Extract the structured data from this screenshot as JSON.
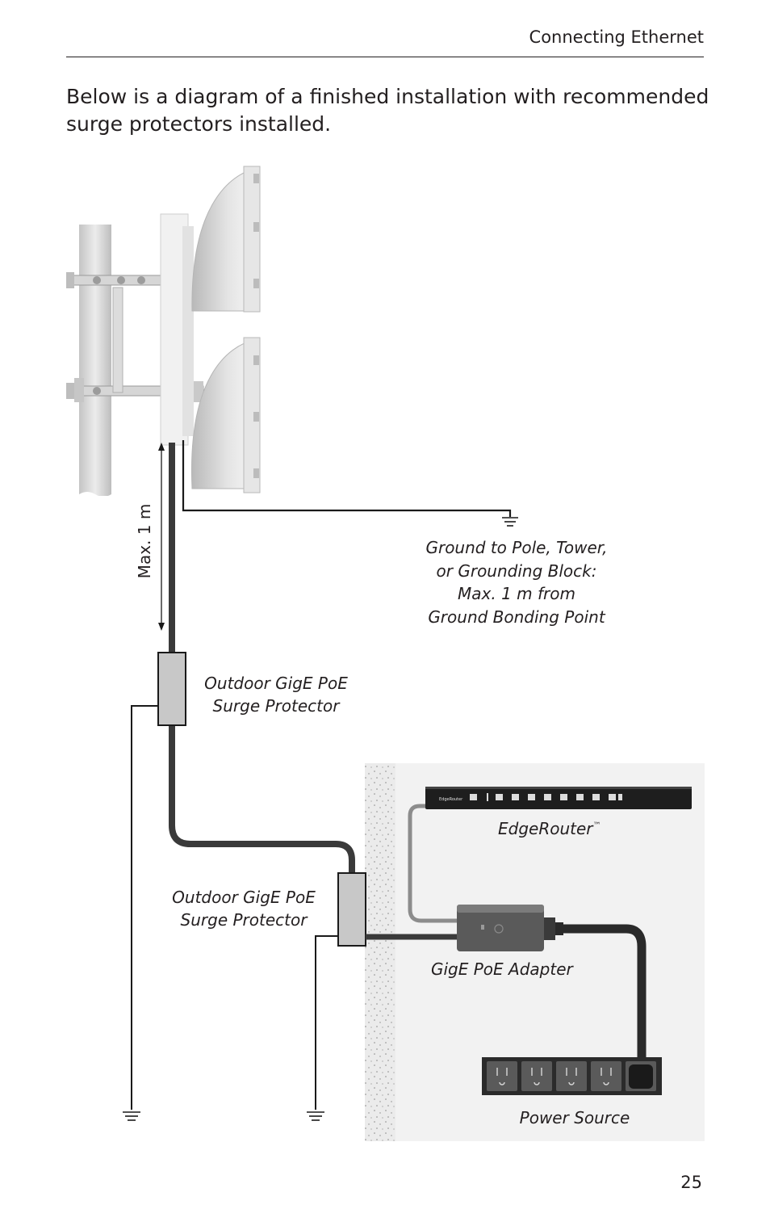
{
  "header": {
    "title": "Connecting Ethernet"
  },
  "intro": {
    "text": "Below is a diagram of a finished installation with recommended surge protectors installed."
  },
  "diagram": {
    "max_distance_label": "Max. 1 m",
    "ground_note": [
      "Ground to Pole, Tower,",
      "or Grounding Block:",
      "Max. 1 m from",
      "Ground Bonding Point"
    ],
    "surge_protector_1": [
      "Outdoor GigE PoE",
      "Surge Protector"
    ],
    "surge_protector_2": [
      "Outdoor GigE PoE",
      "Surge Protector"
    ],
    "router_label": "EdgeRouter",
    "router_trademark": "™",
    "router_brand": "EdgeRouter",
    "adapter_label": "GigE PoE Adapter",
    "power_label": "Power Source",
    "colors": {
      "cable": "#3a3a3a",
      "ground_wire": "#1a1a1a",
      "room": "#f2f2f2",
      "wall": "#ebebeb",
      "router": "#1e1e1e",
      "adapter": "#5a5a5a"
    }
  },
  "footer": {
    "page_number": "25"
  }
}
